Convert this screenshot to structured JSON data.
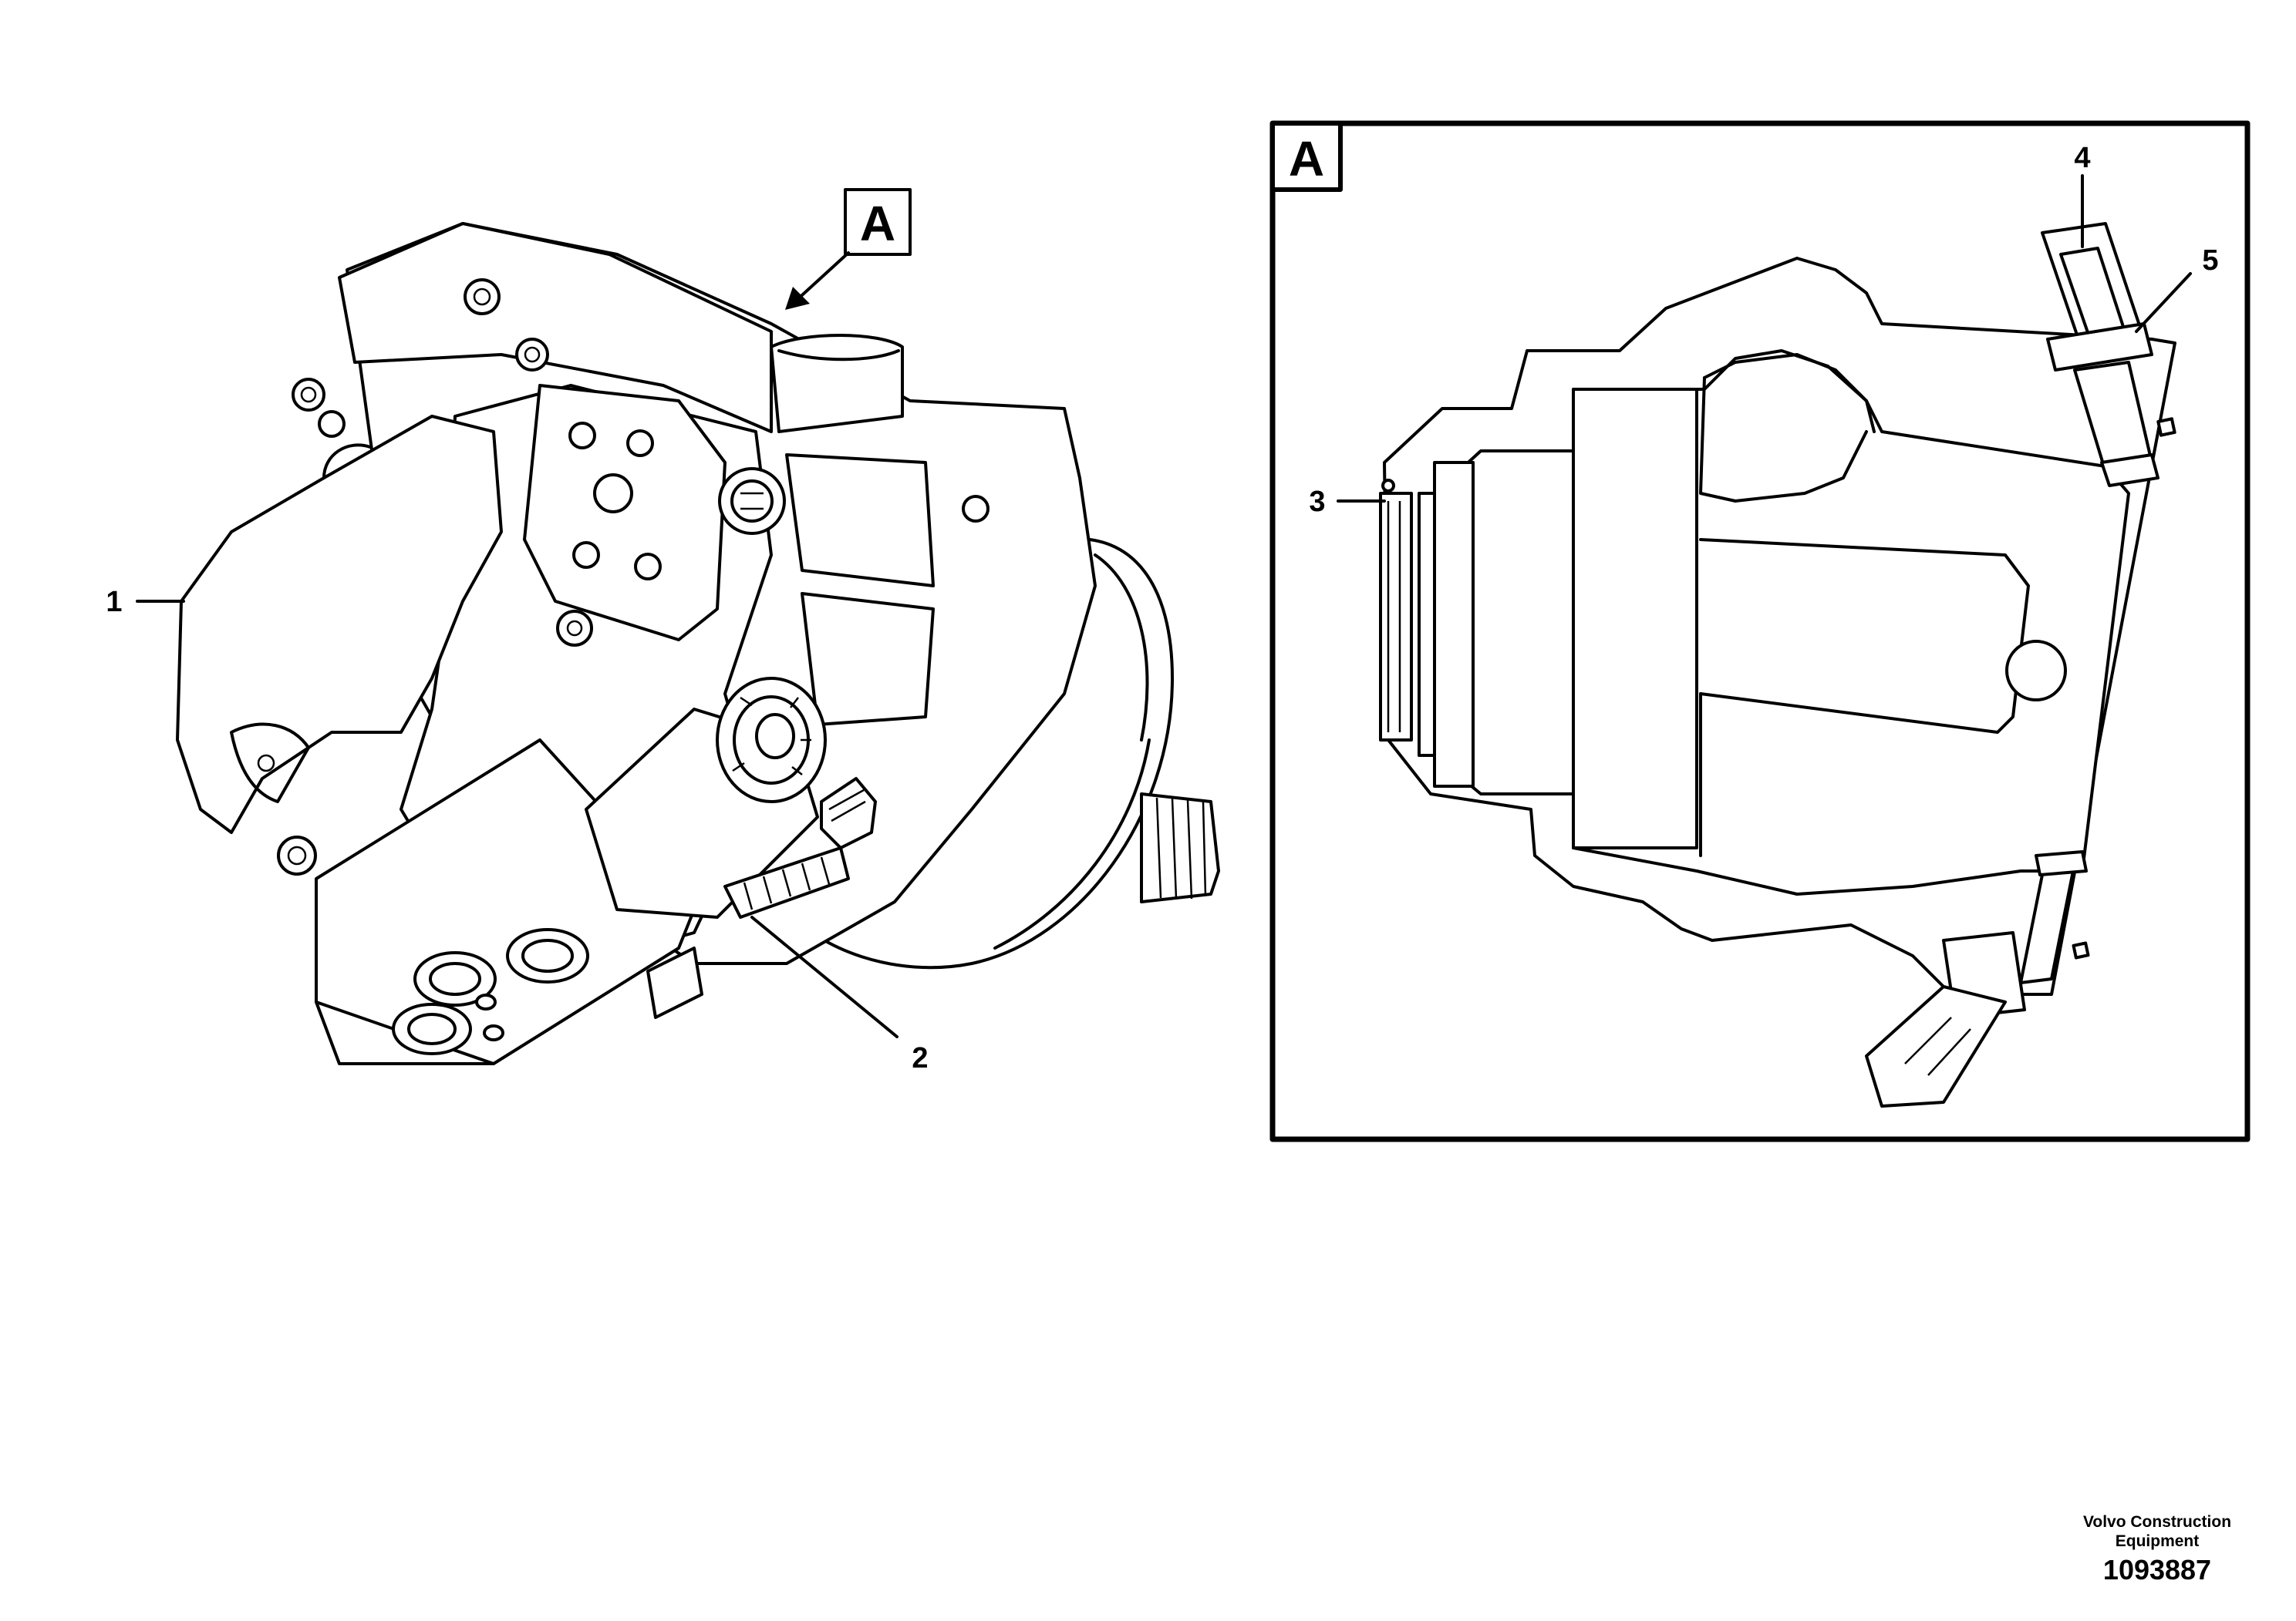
{
  "callouts": {
    "view_a_marker": "A",
    "detail_a_title": "A",
    "part_1": "1",
    "part_2": "2",
    "part_3": "3",
    "part_4": "4",
    "part_5": "5"
  },
  "footer": {
    "brand_line1": "Volvo Construction",
    "brand_line2": "Equipment",
    "doc_number": "1093887"
  }
}
